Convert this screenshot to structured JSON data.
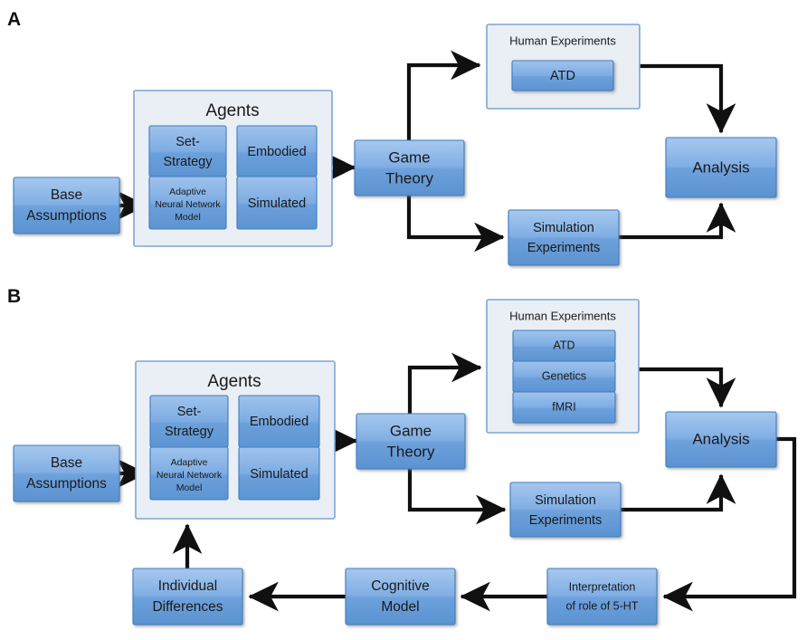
{
  "figure": {
    "title": "Research framework flow diagram",
    "panels": [
      {
        "id": "A",
        "letter": "A",
        "nodes": {
          "base_assumptions": "Base\nAssumptions",
          "base_assumptions_l1": "Base",
          "base_assumptions_l2": "Assumptions",
          "agents_group": "Agents",
          "set_strategy_l1": "Set-",
          "set_strategy_l2": "Strategy",
          "ann_l1": "Adaptive",
          "ann_l2": "Neural Network",
          "ann_l3": "Model",
          "embodied": "Embodied",
          "simulated": "Simulated",
          "game_theory_l1": "Game",
          "game_theory_l2": "Theory",
          "human_experiments_group": "Human Experiments",
          "atd": "ATD",
          "simulation_experiments_l1": "Simulation",
          "simulation_experiments_l2": "Experiments",
          "analysis": "Analysis"
        },
        "edges": [
          {
            "from": "base_assumptions",
            "to": "agents_group"
          },
          {
            "from": "agents_group",
            "to": "game_theory"
          },
          {
            "from": "game_theory",
            "to": "human_experiments_group"
          },
          {
            "from": "game_theory",
            "to": "simulation_experiments"
          },
          {
            "from": "human_experiments_group",
            "to": "analysis"
          },
          {
            "from": "simulation_experiments",
            "to": "analysis"
          }
        ]
      },
      {
        "id": "B",
        "letter": "B",
        "nodes": {
          "base_assumptions_l1": "Base",
          "base_assumptions_l2": "Assumptions",
          "agents_group": "Agents",
          "set_strategy_l1": "Set-",
          "set_strategy_l2": "Strategy",
          "ann_l1": "Adaptive",
          "ann_l2": "Neural Network",
          "ann_l3": "Model",
          "embodied": "Embodied",
          "simulated": "Simulated",
          "game_theory_l1": "Game",
          "game_theory_l2": "Theory",
          "human_experiments_group": "Human Experiments",
          "atd": "ATD",
          "genetics": "Genetics",
          "fmri": "fMRI",
          "simulation_experiments_l1": "Simulation",
          "simulation_experiments_l2": "Experiments",
          "analysis": "Analysis",
          "interpretation_l1": "Interpretation",
          "interpretation_l2": "of role of 5-HT",
          "cognitive_model_l1": "Cognitive",
          "cognitive_model_l2": "Model",
          "individual_differences_l1": "Individual",
          "individual_differences_l2": "Differences"
        },
        "edges": [
          {
            "from": "base_assumptions",
            "to": "agents_group"
          },
          {
            "from": "agents_group",
            "to": "game_theory"
          },
          {
            "from": "game_theory",
            "to": "human_experiments_group"
          },
          {
            "from": "game_theory",
            "to": "simulation_experiments"
          },
          {
            "from": "human_experiments_group",
            "to": "analysis"
          },
          {
            "from": "simulation_experiments",
            "to": "analysis"
          },
          {
            "from": "analysis",
            "to": "interpretation"
          },
          {
            "from": "interpretation",
            "to": "cognitive_model"
          },
          {
            "from": "cognitive_model",
            "to": "individual_differences"
          },
          {
            "from": "individual_differences",
            "to": "agents_group"
          }
        ]
      }
    ]
  },
  "colors": {
    "box_gradient_top": "#9cc0ea",
    "box_gradient_bottom": "#5a92d0",
    "box_border": "#3f7cc0",
    "group_fill": "#eaeef5",
    "group_border": "#7ba7d7",
    "arrow": "#101010",
    "text": "#1a1a1a",
    "background": "#ffffff"
  }
}
